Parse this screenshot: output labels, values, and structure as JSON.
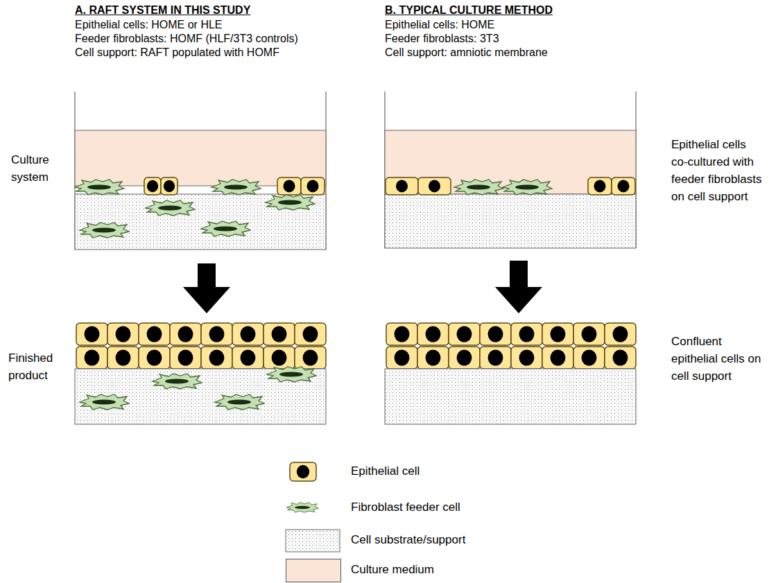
{
  "diagram": {
    "labels": [
      "A. RAFT SYSTEM IN THIS STUDY",
      "Epithelial cells: HOME or HLE",
      "Feeder fibroblasts: HOMF (HLF/3T3 controls)",
      "Cell support: RAFT populated with HOMF",
      "B. TYPICAL CULTURE METHOD",
      "Epithelial cells: HOME",
      "Feeder fibroblasts: 3T3",
      "Cell support: amniotic membrane",
      "Culture system",
      "Finished product",
      "Epithelial cells co-cultured with feeder fibroblasts on cell support",
      "Confluent epithelial cells on cell support"
    ],
    "legend": [
      {
        "text": "Epithelial cell"
      },
      {
        "text": "Fibroblast feeder cell"
      },
      {
        "text": "Cell substrate/support"
      },
      {
        "text": "Culture medium",
        "color": "#fbe5d6"
      }
    ]
  }
}
